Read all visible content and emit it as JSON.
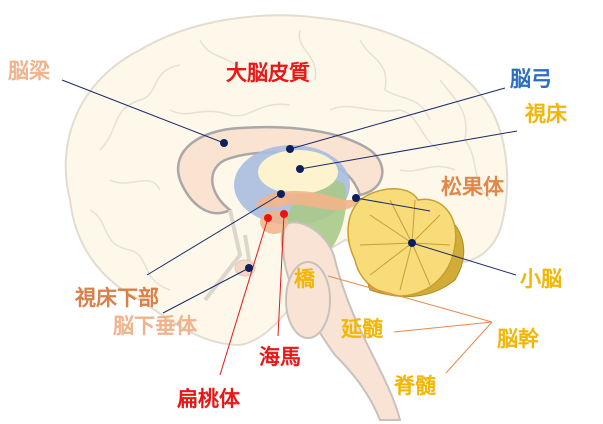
{
  "title": "脳の構造",
  "colors": {
    "cortex_fill": "#fdf8ea",
    "cortex_stroke": "#e2ddd0",
    "callosum_fill": "#fbe3d2",
    "fornix": "#9fb5dc",
    "thalamus": "#fdf3cf",
    "midbrain": "#a9c98a",
    "cerebellum": "#f8dc7a",
    "cerebellum_dark": "#d2ac38",
    "pointer_dot": "#0d1f5c",
    "red_dot": "#ee1111",
    "red": "#e81818",
    "blue": "#2a6fc0",
    "gold": "#f2b705",
    "orange": "#e0874c",
    "salmon": "#efb48e"
  },
  "labels": {
    "corpus_callosum": "脳梁",
    "cerebral_cortex": "大脳皮質",
    "fornix": "脳弓",
    "thalamus": "視床",
    "pineal_body": "松果体",
    "cerebellum": "小脳",
    "brainstem": "脳幹",
    "pons": "橋",
    "medulla": "延髄",
    "spinal_cord": "脊髄",
    "hypothalamus": "視床下部",
    "pituitary": "脳下垂体",
    "hippocampus": "海馬",
    "amygdala": "扁桃体"
  }
}
